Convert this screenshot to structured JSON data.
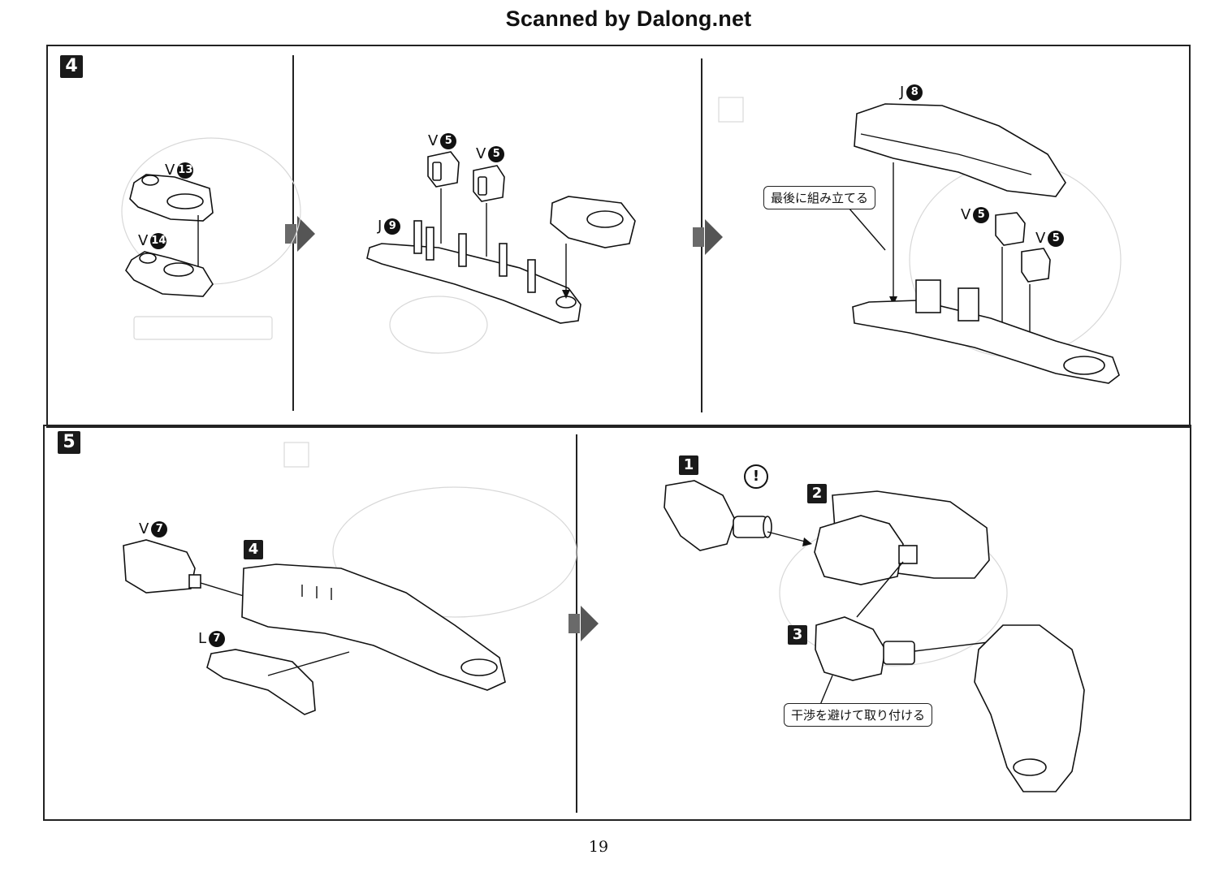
{
  "header": {
    "title": "Scanned by Dalong.net"
  },
  "step4": {
    "number": "4",
    "labels": {
      "v13": {
        "letter": "V",
        "num": "13"
      },
      "v14": {
        "letter": "V",
        "num": "14"
      },
      "v5a": {
        "letter": "V",
        "num": "5"
      },
      "v5b": {
        "letter": "V",
        "num": "5"
      },
      "j9": {
        "letter": "J",
        "num": "9"
      },
      "j8": {
        "letter": "J",
        "num": "8"
      },
      "v5c": {
        "letter": "V",
        "num": "5"
      },
      "v5d": {
        "letter": "V",
        "num": "5"
      }
    },
    "callout": "最後に組み立てる"
  },
  "step5": {
    "number": "5",
    "labels": {
      "v7": {
        "letter": "V",
        "num": "7"
      },
      "l7": {
        "letter": "L",
        "num": "7"
      },
      "sub4": "4"
    },
    "subs": {
      "s1": "1",
      "s2": "2",
      "s3": "3"
    },
    "warning": "!",
    "callout": "干渉を避けて取り付ける"
  },
  "footer": {
    "page_number": "19"
  }
}
